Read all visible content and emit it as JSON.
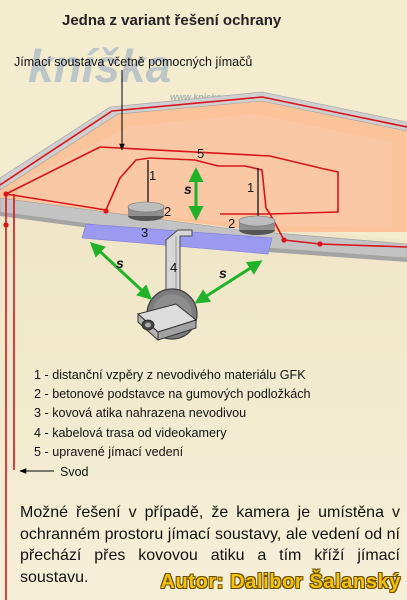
{
  "title": "Jedna z variant řešení ochrany",
  "subtitle": "Jímací soustava včetně pomocných jímačů",
  "watermark": {
    "logo_text": "kníška",
    "url_text": "www.kniska"
  },
  "labels": {
    "n1": "1",
    "n2": "2",
    "n3": "3",
    "n4": "4",
    "n5": "5",
    "distance": "s"
  },
  "legend": [
    "1 - distanční vzpěry z nevodivého materiálu GFK",
    "2 - betonové podstavce na gumových podložkách",
    "3 - kovová atika nahrazena nevodivou",
    "4 - kabelová trasa od videokamery",
    "5 - upravené jímací vedení"
  ],
  "svod_label": "Svod",
  "note": "Možné řešení v případě, že kamera je umístěna v ochranném prostoru jímací soustavy, ale vedení od ní přechází přes kovovou atiku a tím kříží jímací soustavu.",
  "author": "Autor: Dalibor Šalanský",
  "colors": {
    "background": "#f4eccf",
    "roof": "#fbc39a",
    "wire": "#d9141c",
    "atika": "#c3c3c3",
    "insulating_section": "#9b9af0",
    "arrow": "#22b229",
    "author_text": "#f4c20d"
  },
  "icons": [
    "camera-icon",
    "concrete-base-icon"
  ]
}
